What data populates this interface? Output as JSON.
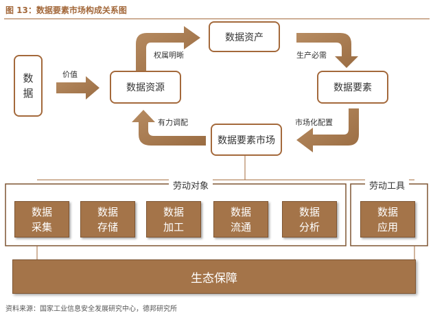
{
  "figure": {
    "title": "图 13：数据要素市场构成关系图",
    "source": "资料来源：国家工业信息安全发展研究中心，德邦研究所"
  },
  "nodes": {
    "data_raw": [
      "数",
      "据"
    ],
    "data_resources": "数据资源",
    "data_assets": "数据资产",
    "data_elements": "数据要素",
    "data_market": "数据要素市场"
  },
  "edges": {
    "value": "价值",
    "ownership": "权属明晰",
    "production": "生产必需",
    "marketization": "市场化配置",
    "allocation": "有力调配"
  },
  "brackets": {
    "labor_objects": "劳动对象",
    "labor_tools": "劳动工具"
  },
  "process_steps": [
    [
      "数据",
      "采集"
    ],
    [
      "数据",
      "存储"
    ],
    [
      "数据",
      "加工"
    ],
    [
      "数据",
      "流通"
    ],
    [
      "数据",
      "分析"
    ]
  ],
  "tool_step": [
    "数据",
    "应用"
  ],
  "foundation": "生态保障",
  "colors": {
    "brown": "#a47449",
    "arrow": "#a87c52",
    "accent": "#a3683a"
  }
}
